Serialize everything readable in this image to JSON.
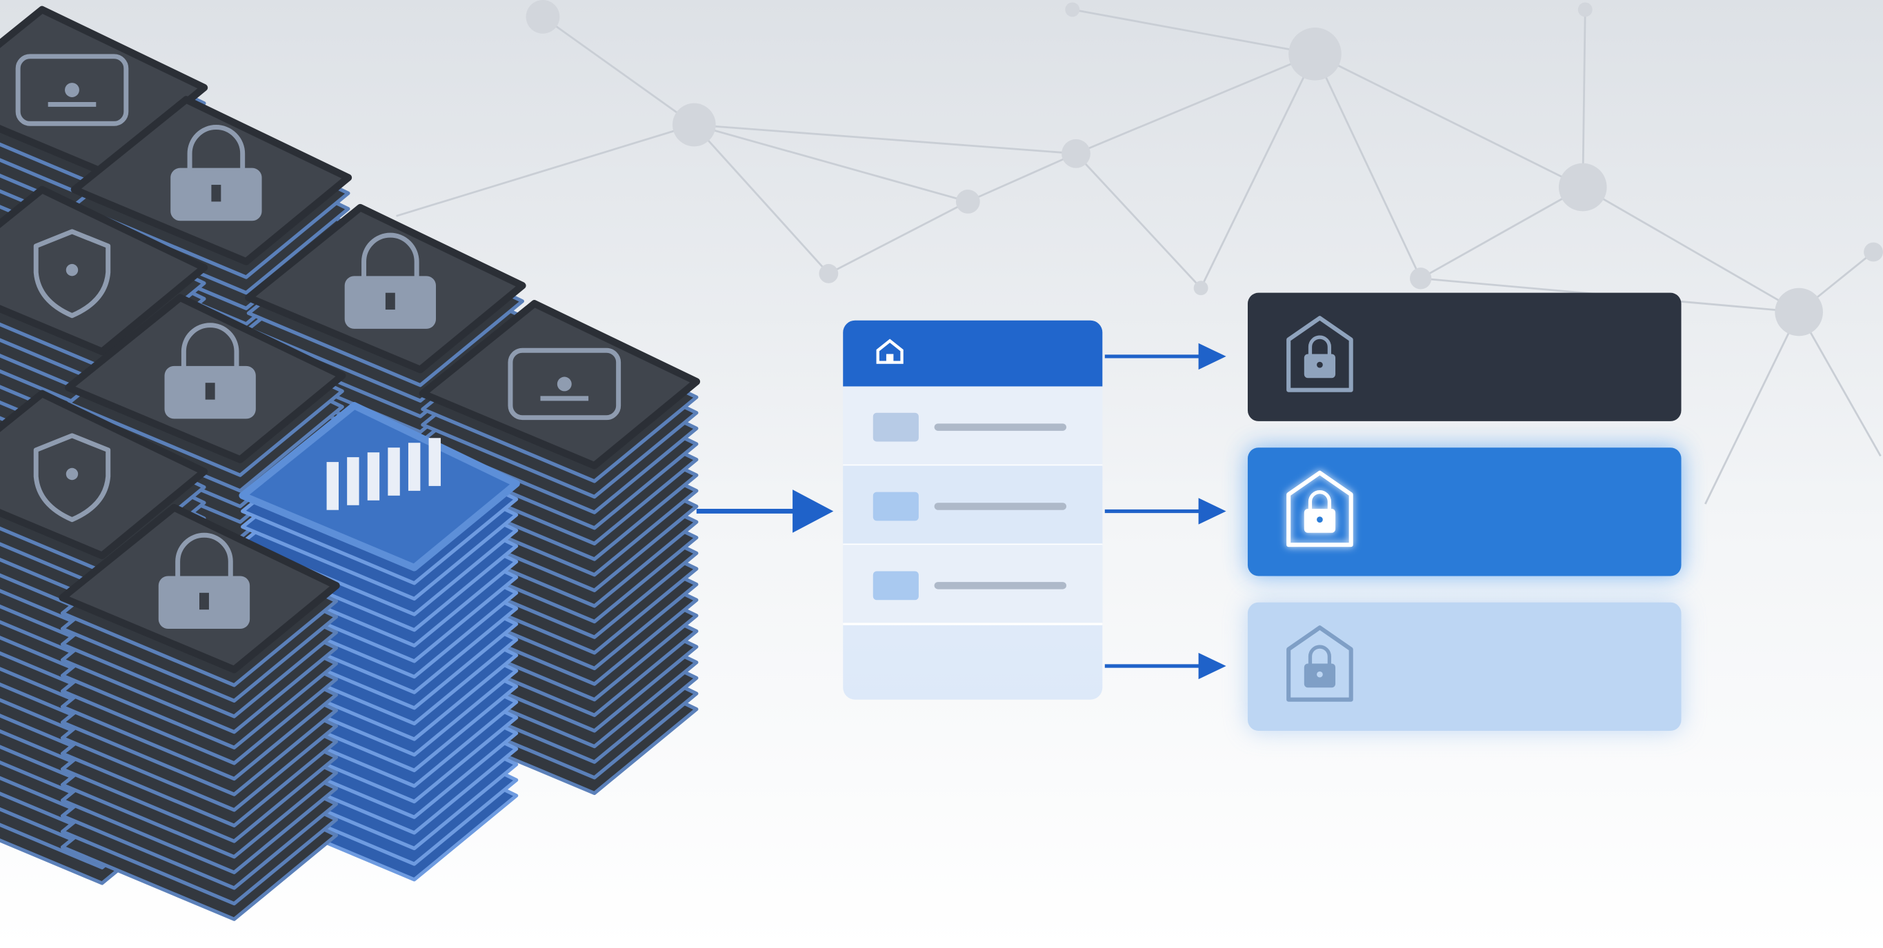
{
  "colors": {
    "background_top": "#dfe3e8",
    "background_bottom": "#ffffff",
    "network": "#c9ced5",
    "stack_dark": "#33383f",
    "stack_edge": "#5b80b9",
    "stack_blue": "#3d73c4",
    "accent": "#1f62c9",
    "panel": "#e6effb",
    "card_dark": "#2d3441",
    "card_blue": "#2a7bd8",
    "card_light": "#bdd6f3"
  },
  "stacks": [
    {
      "icon": "device-icon",
      "style": "dark"
    },
    {
      "icon": "lock-icon",
      "style": "dark"
    },
    {
      "icon": "shield-icon",
      "style": "dark"
    },
    {
      "icon": "lock-icon",
      "style": "dark"
    },
    {
      "icon": "lock-icon",
      "style": "dark"
    },
    {
      "icon": "device-icon",
      "style": "dark"
    },
    {
      "icon": "shield-icon",
      "style": "dark"
    },
    {
      "icon": "barcode-icon",
      "style": "blue"
    },
    {
      "icon": "lock-icon",
      "style": "dark"
    }
  ],
  "panel": {
    "header_icon": "home-icon",
    "rows": 3
  },
  "cards": [
    {
      "icon": "shield-lock-icon",
      "style": "dark"
    },
    {
      "icon": "shield-lock-icon",
      "style": "blue-glow"
    },
    {
      "icon": "shield-lock-icon",
      "style": "light"
    }
  ]
}
